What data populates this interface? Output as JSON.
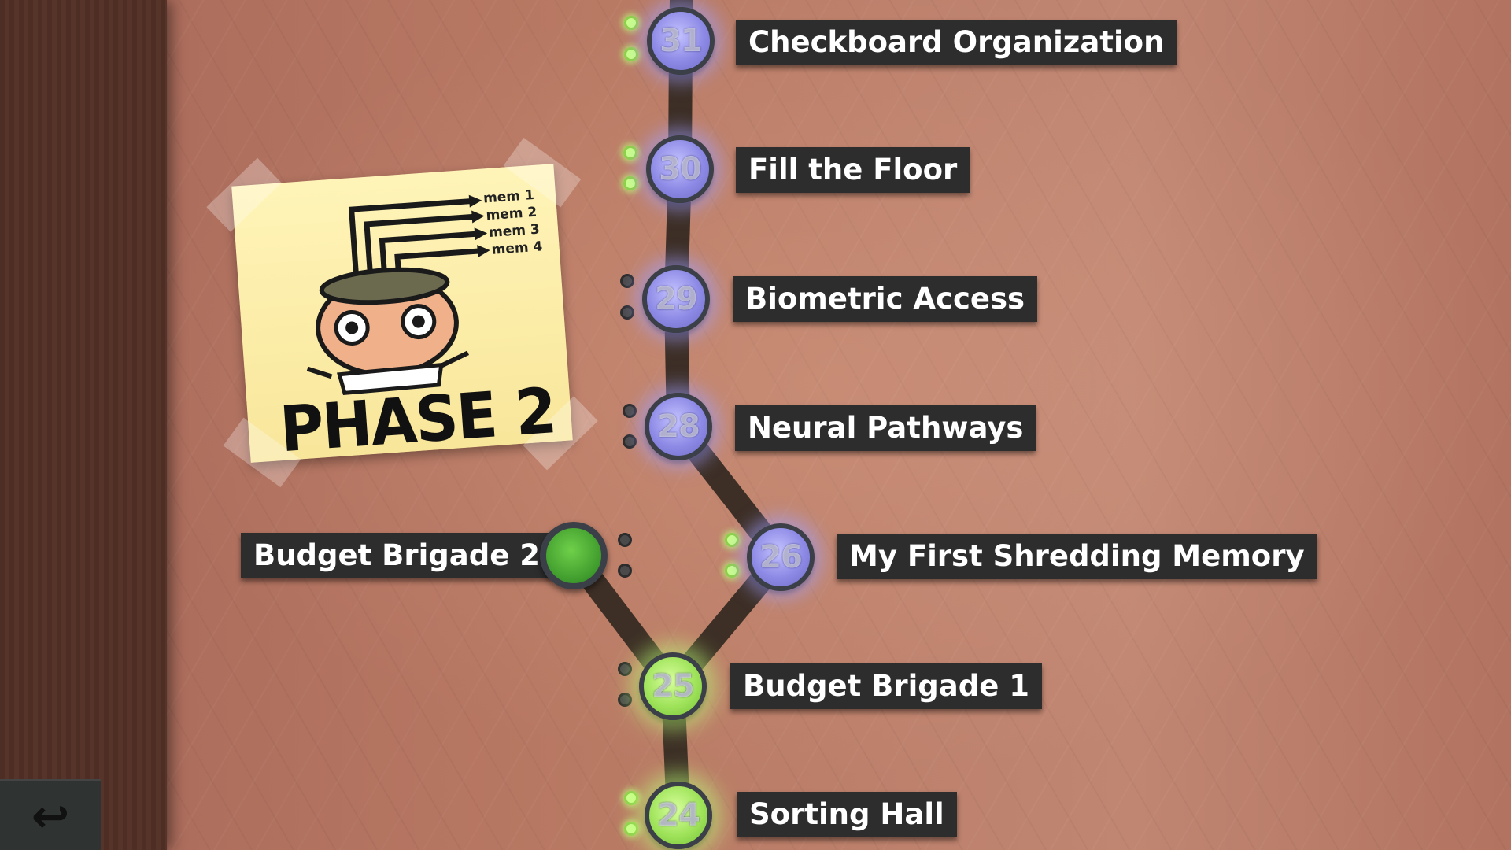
{
  "phase_note": {
    "title": "PHASE 2",
    "memory_labels": [
      "mem 1",
      "mem 2",
      "mem 3",
      "mem 4"
    ]
  },
  "levels": [
    {
      "number": "31",
      "name": "Checkboard Organization",
      "state": "unlocked",
      "stars": [
        "lit",
        "lit"
      ]
    },
    {
      "number": "30",
      "name": "Fill the Floor",
      "state": "unlocked",
      "stars": [
        "lit",
        "lit"
      ]
    },
    {
      "number": "29",
      "name": "Biometric Access",
      "state": "unlocked",
      "stars": [
        "off",
        "off"
      ]
    },
    {
      "number": "28",
      "name": "Neural Pathways",
      "state": "unlocked",
      "stars": [
        "off",
        "off"
      ]
    },
    {
      "number": "26",
      "name": "My First Shredding Memory",
      "state": "unlocked",
      "stars": [
        "lit",
        "lit"
      ]
    },
    {
      "number": "",
      "name": "Budget Brigade 2",
      "state": "side-level",
      "stars": [
        "off",
        "off"
      ]
    },
    {
      "number": "25",
      "name": "Budget Brigade 1",
      "state": "completed",
      "stars": [
        "off",
        "off"
      ]
    },
    {
      "number": "24",
      "name": "Sorting Hall",
      "state": "completed",
      "stars": [
        "lit",
        "lit"
      ]
    }
  ],
  "colors": {
    "wall": "#b87761",
    "track": "#3d2f26",
    "unlocked_node": "#8d8ae6",
    "completed_node": "#9fe35a",
    "side_node": "#3e9a2c",
    "label_bg": "#2d2d2d",
    "lit_dot": "#c9ff8a",
    "off_dot": "#4a4a4a"
  },
  "back_button": {
    "icon": "undo-arrow-icon"
  }
}
